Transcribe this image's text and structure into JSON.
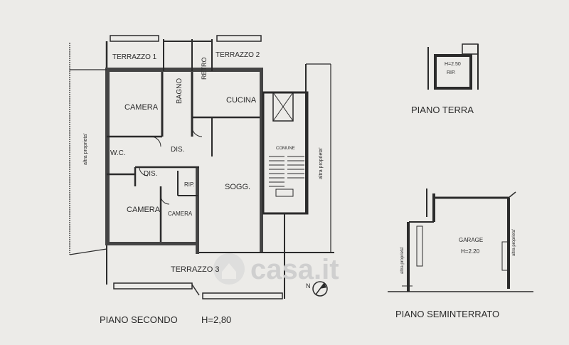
{
  "rooms": {
    "terrazzo1": "TERRAZZO 1",
    "terrazzo2": "TERRAZZO 2",
    "terrazzo3": "TERRAZZO 3",
    "bagno": "BAGNO",
    "retro": "RETRO",
    "camera1": "CAMERA",
    "cucina": "CUCINA",
    "dis1": "DIS.",
    "wc": "W.C.",
    "dis2": "DIS.",
    "rip": "RIP.",
    "sogg": "SOGG.",
    "camera2": "CAMERA",
    "camera3": "CAMERA",
    "comune": "COMUNE"
  },
  "notes": {
    "altra_left": "altra proprieta'",
    "altra_right": "altra proprieta'",
    "altra_sem_left": "altra proprieta'",
    "altra_sem_right": "altra proprieta'"
  },
  "piano_terra": {
    "height": "H=2.50",
    "rip": "RIP.",
    "title": "PIANO TERRA"
  },
  "seminterrato": {
    "garage": "GARAGE",
    "height": "H=2.20",
    "title": "PIANO SEMINTERRATO"
  },
  "second_floor": {
    "title": "PIANO SECONDO",
    "height": "H=2,80"
  },
  "watermark": "casa.it",
  "compass_letter": "N",
  "colors": {
    "paper": "#ecebe8",
    "ink": "#2b2b2b",
    "watermark": "#d0d0d0"
  }
}
